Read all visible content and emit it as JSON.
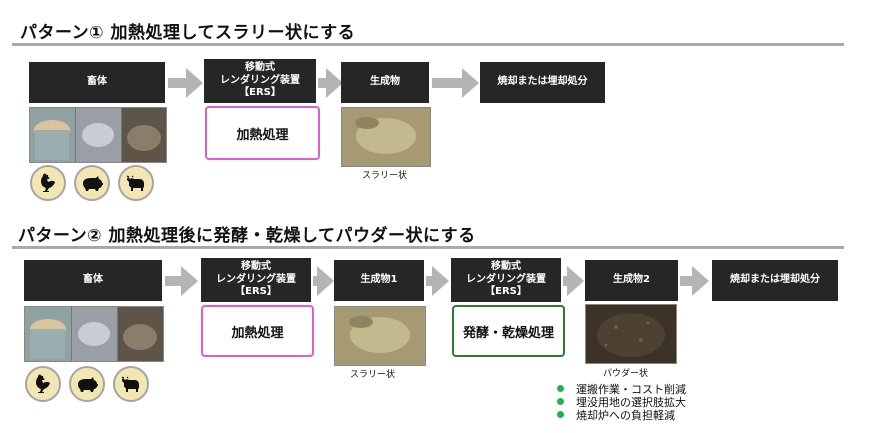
{
  "pattern1": {
    "title": "パターン① 加熱処理してスラリー状にする",
    "steps": {
      "livestock": "畜体",
      "ers_line1": "移動式",
      "ers_line2": "レンダリング装置",
      "ers_line3": "【ERS】",
      "product": "生成物",
      "disposal": "焼却または埋却処分"
    },
    "process": "加熱処理",
    "product_caption": "スラリー状"
  },
  "pattern2": {
    "title": "パターン② 加熱処理後に発酵・乾燥してパウダー状にする",
    "steps": {
      "livestock": "畜体",
      "ers1_line1": "移動式",
      "ers1_line2": "レンダリング装置",
      "ers1_line3": "【ERS】",
      "product1": "生成物1",
      "ers2_line1": "移動式",
      "ers2_line2": "レンダリング装置",
      "ers2_line3": "【ERS】",
      "product2": "生成物2",
      "disposal": "焼却または埋却処分"
    },
    "process1": "加熱処理",
    "process2": "発酵・乾燥処理",
    "product1_caption": "スラリー状",
    "product2_caption": "パウダー状",
    "benefits": [
      "運搬作業・コスト削減",
      "埋没用地の選択肢拡大",
      "焼却炉への負担軽減"
    ]
  },
  "colors": {
    "step_box": "#262626",
    "arrow": "#b4b4b4",
    "heat_process_border": "#e15ad6",
    "ferment_process_border": "#2f7d2a",
    "bullet": "#22b24c",
    "icon_bg": "#f2e6b3"
  },
  "icons": [
    "chicken-icon",
    "pig-icon",
    "cow-icon"
  ]
}
